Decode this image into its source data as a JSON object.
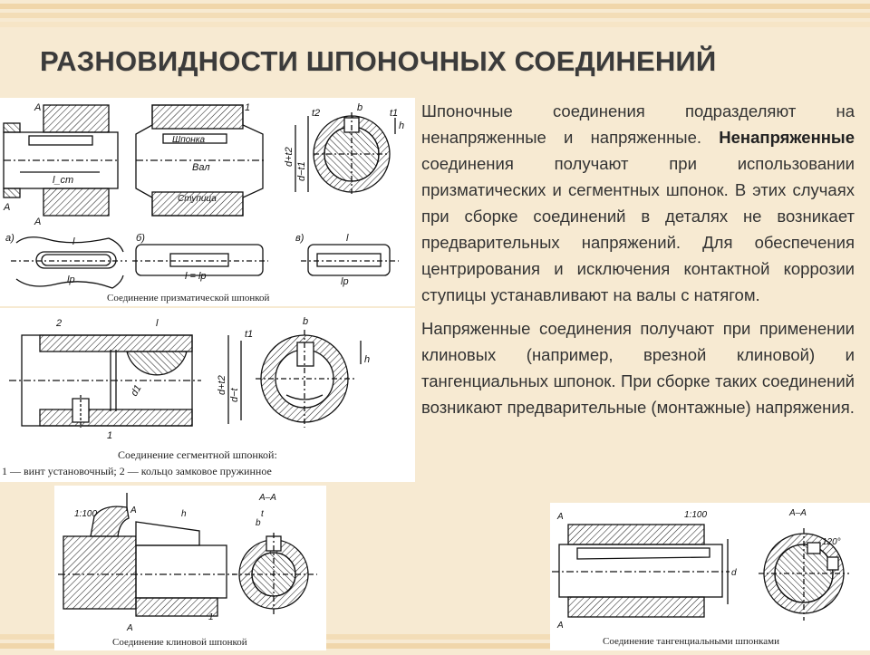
{
  "title": "РАЗНОВИДНОСТИ ШПОНОЧНЫХ СОЕДИНЕНИЙ",
  "paragraph1": {
    "start": "Шпоночные соединения подразделяют на ненапряженные и напряженные.",
    "bold": "Ненапряженные",
    "rest": "соединения получают при использовании призматических и сегментных шпонок. В этих случаях при сборке соединений в деталях не возникает предварительных напряжений. Для обеспечения центрирования и исключения контактной коррозии ступицы устанавливают на валы с натягом."
  },
  "paragraph2": "Напряженные соединения получают при применении клиновых (например, врезной клиновой) и тангенциальных шпонок. При сборке таких соединений возникают предварительные (монтажные) напряжения.",
  "figures": {
    "prismatic": {
      "caption": "Соединение призматической шпонкой",
      "labels": {
        "a_top": "А",
        "a_bot": "А",
        "a_left": "А",
        "num1": "1",
        "lcm": "l_cm",
        "shponka": "Шпонка",
        "val": "Вал",
        "stupica": "Ступица",
        "b": "b",
        "h": "h",
        "t1": "t1",
        "t2": "t2",
        "dim_left": "d+t2",
        "dim_right": "d−t1",
        "var_a": "а)",
        "var_b": "б)",
        "var_v": "в)",
        "l": "l",
        "lp": "lр",
        "l_eq": "l = lр"
      }
    },
    "segment": {
      "caption": "Соединение сегментной шпонкой:",
      "legend": "1 — винт установочный; 2 — кольцо замковое пружинное",
      "labels": {
        "num2": "2",
        "num1": "1",
        "l": "l",
        "b": "b",
        "h": "h",
        "t1": "t1",
        "d1": "d1",
        "dim_left": "d+t2",
        "dim_right": "d−t"
      }
    },
    "wedge": {
      "caption": "Соединение клиновой шпонкой",
      "labels": {
        "slope": "1:100",
        "a1": "А",
        "a2": "А",
        "section": "А–А",
        "h": "h",
        "b": "b",
        "t": "t",
        "num1": "1"
      }
    },
    "tangential": {
      "caption": "Соединение тангенциальными шпонками",
      "labels": {
        "slope": "1:100",
        "a1": "А",
        "a2": "А",
        "section": "А–А",
        "angle": "120°",
        "d": "d"
      }
    }
  }
}
